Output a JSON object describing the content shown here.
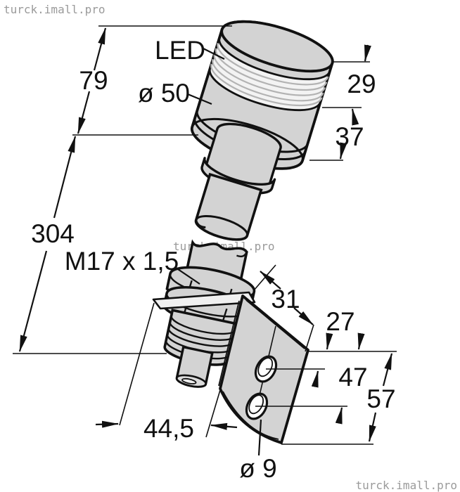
{
  "watermark": {
    "text": "turck.imall.pro"
  },
  "labels": {
    "led": "LED",
    "head_diameter": "ø 50",
    "thread_spec": "M17 x 1,5",
    "hole_diameter": "ø 9"
  },
  "dims": {
    "head_length": "79",
    "lens_height": "29",
    "body_height": "37",
    "total_length": "304",
    "bracket_depth": "31",
    "top_offset": "27",
    "hole_spacing": "47",
    "bracket_height": "57",
    "tip_to_bracket": "44,5"
  },
  "colors": {
    "body_fill": "#d3d3d3",
    "lens_fill": "#f3f3f3",
    "line": "#111111",
    "watermark": "#9a9a9a"
  }
}
